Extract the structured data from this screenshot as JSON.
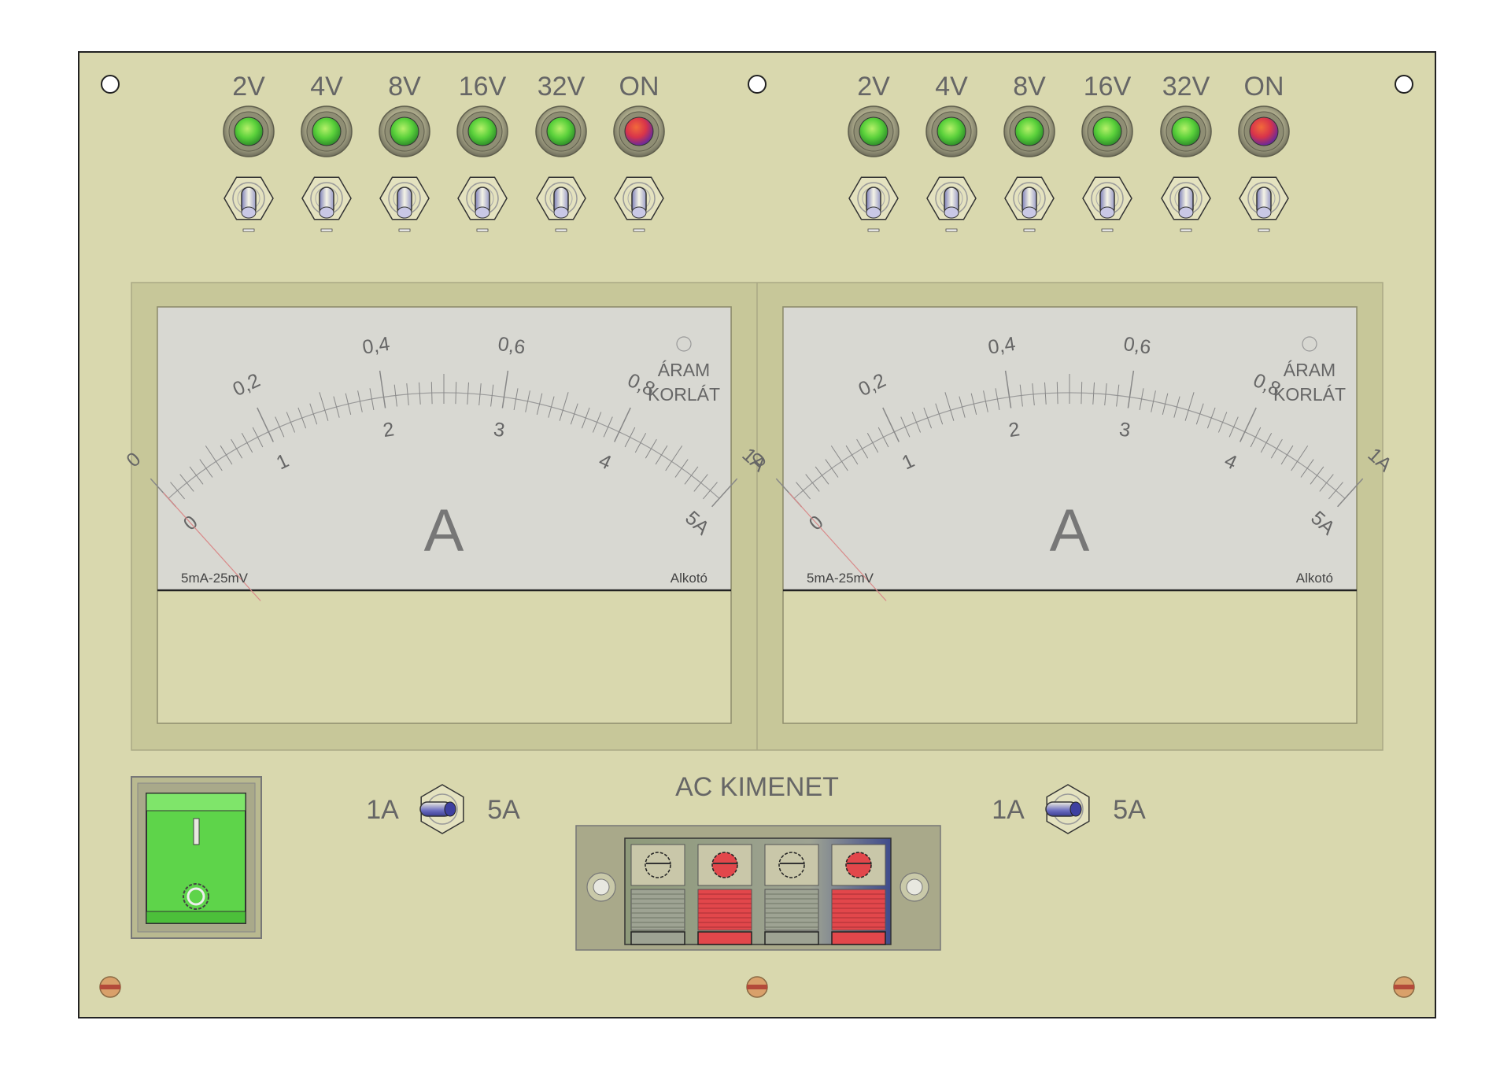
{
  "colors": {
    "panel": "#d9d8ae",
    "panel_dark": "#c7c799",
    "meter_face": "#d8d8d2",
    "led_green": "#5ad13b",
    "led_red": "#d8344a",
    "power_switch": "#5ed44a",
    "terminal_red": "#e2474b",
    "terminal_gray": "#9ea393",
    "text": "#666666"
  },
  "channels": [
    {
      "voltage_labels": [
        "2V",
        "4V",
        "8V",
        "16V",
        "32V"
      ],
      "leds": [
        "green",
        "green",
        "green",
        "green",
        "green"
      ],
      "on_label": "ON",
      "on_led": "red",
      "range_left": "1A",
      "range_right": "5A"
    },
    {
      "voltage_labels": [
        "2V",
        "4V",
        "8V",
        "16V",
        "32V"
      ],
      "leds": [
        "green",
        "green",
        "green",
        "green",
        "green"
      ],
      "on_label": "ON",
      "on_led": "red",
      "range_left": "1A",
      "range_right": "5A"
    }
  ],
  "meters": [
    {
      "outer_scale": [
        "0",
        "0,2",
        "0,4",
        "0,6",
        "0,8",
        "1A"
      ],
      "inner_scale": [
        "0",
        "1",
        "2",
        "3",
        "4",
        "5A"
      ],
      "unit": "A",
      "indicator_label_1": "ÁRAM",
      "indicator_label_2": "KORLÁT",
      "spec": "5mA-25mV",
      "maker": "Alkotó",
      "needle_value": 0
    },
    {
      "outer_scale": [
        "0",
        "0,2",
        "0,4",
        "0,6",
        "0,8",
        "1A"
      ],
      "inner_scale": [
        "0",
        "1",
        "2",
        "3",
        "4",
        "5A"
      ],
      "unit": "A",
      "indicator_label_1": "ÁRAM",
      "indicator_label_2": "KORLÁT",
      "spec": "5mA-25mV",
      "maker": "Alkotó",
      "needle_value": 0
    }
  ],
  "power_switch": {
    "on_symbol": "I",
    "off_symbol": "O",
    "state": "on"
  },
  "ac_output": {
    "label": "AC KIMENET",
    "terminals": [
      "black",
      "red",
      "black",
      "red"
    ]
  }
}
